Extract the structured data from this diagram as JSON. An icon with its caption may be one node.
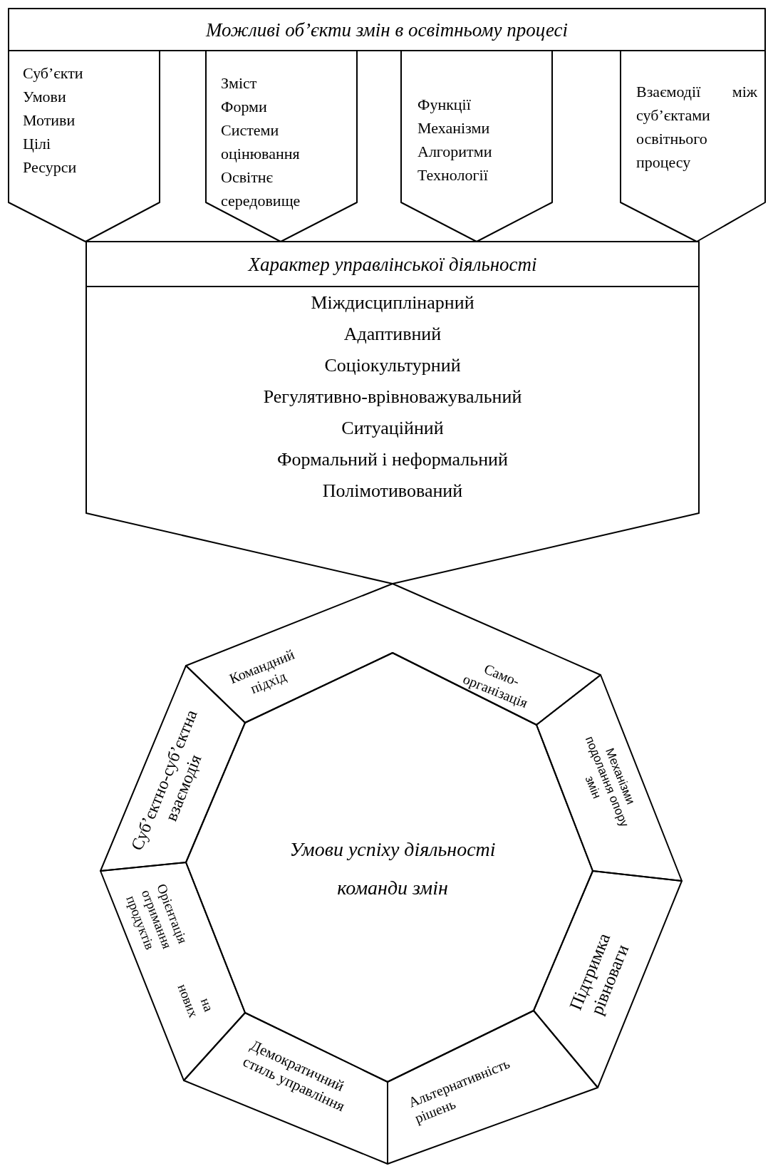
{
  "diagram": {
    "nodes": [
      {
        "text": [
          "Можливі об’єкти змін в освітньому процесі"
        ]
      },
      {
        "text": [
          "Суб’єкти",
          "Умови",
          "Мотиви",
          "Цілі",
          "Ресурси"
        ]
      },
      {
        "text": [
          "Зміст",
          "Форми",
          "Системи оцінювання",
          "Освітнє середовище"
        ]
      },
      {
        "text": [
          "Функції",
          "Механізми",
          "Алгоритми",
          "Технології"
        ]
      },
      {
        "text": [
          "Взаємодії між суб’єктами освітнього процесу"
        ]
      },
      {
        "text": [
          "Характер управлінської діяльності",
          "Міждисциплінарний",
          "Адаптивний",
          "Соціокультурний",
          "Регулятивно-врівноважувальний",
          "Ситуаційний",
          "Формальний і неформальний",
          "Полімотивований"
        ]
      },
      {
        "text": [
          "Командний підхід",
          "Само-організація"
        ]
      },
      {
        "text": [
          "Механізми подолання опору змін"
        ]
      },
      {
        "text": [
          "Підтримка рівноваги"
        ]
      },
      {
        "text": [
          "Альтернативність рішень"
        ]
      },
      {
        "text": [
          "Демократичний стиль управління"
        ]
      },
      {
        "text": [
          "Орієнтація на отримання нових продуктів"
        ]
      },
      {
        "text": [
          "Суб’єктно-суб’єктна взаємодія"
        ]
      },
      {
        "text": [
          "Умови успіху діяльності команди змін"
        ]
      }
    ]
  }
}
